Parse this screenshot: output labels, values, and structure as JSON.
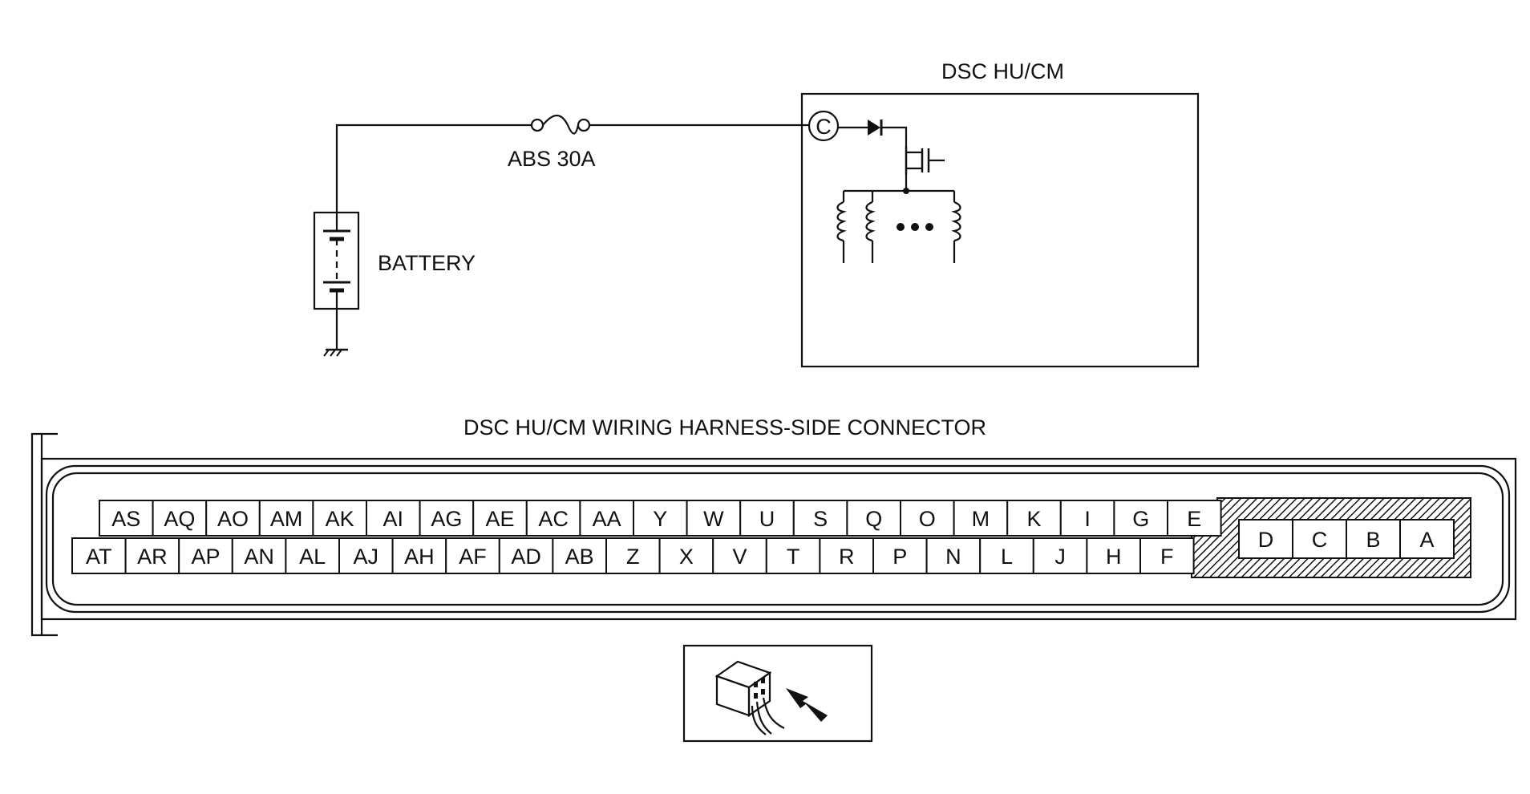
{
  "circuit": {
    "module_title": "DSC  HU/CM",
    "fuse_label": "ABS 30A",
    "battery_label": "BATTERY",
    "terminal_label": "C"
  },
  "connector": {
    "title": "DSC HU/CM WIRING HARNESS-SIDE CONNECTOR",
    "top_row": [
      "AS",
      "AQ",
      "AO",
      "AM",
      "AK",
      "AI",
      "AG",
      "AE",
      "AC",
      "AA",
      "Y",
      "W",
      "U",
      "S",
      "Q",
      "O",
      "M",
      "K",
      "I",
      "G",
      "E"
    ],
    "bottom_row": [
      "AT",
      "AR",
      "AP",
      "AN",
      "AL",
      "AJ",
      "AH",
      "AF",
      "AD",
      "AB",
      "Z",
      "X",
      "V",
      "T",
      "R",
      "P",
      "N",
      "L",
      "J",
      "H",
      "F"
    ],
    "large_pins": [
      "D",
      "C",
      "B",
      "A"
    ]
  },
  "view_icon": "harness-side-view-icon"
}
